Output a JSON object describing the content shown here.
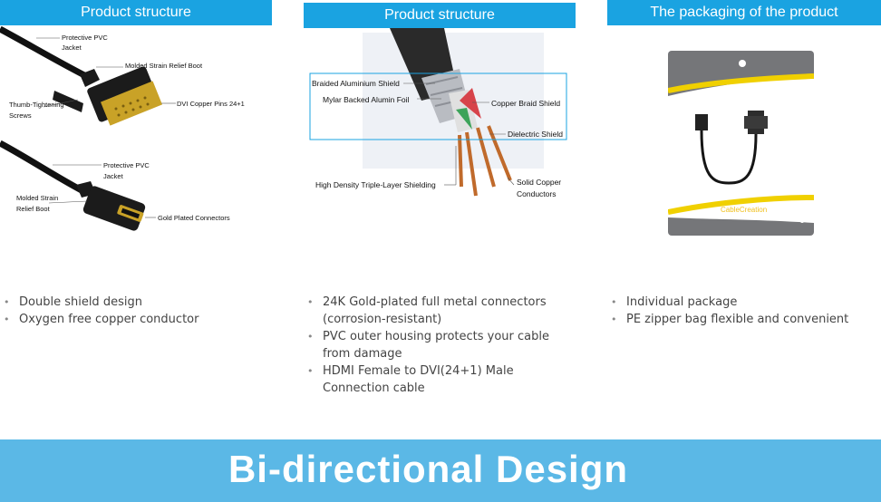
{
  "panels": [
    {
      "header": "Product structure",
      "labels": {
        "pvc_jacket_1": "Protective PVC",
        "pvc_jacket_1b": "Jacket",
        "strain_relief_1": "Molded Strain Relief Boot",
        "thumb_screws": "Thumb-Tightening",
        "thumb_screws_b": "Screws",
        "dvi_pins": "DVI Copper Pins 24+1",
        "pvc_jacket_2": "Protective PVC",
        "pvc_jacket_2b": "Jacket",
        "strain_relief_2": "Molded Strain",
        "strain_relief_2b": "Relief Boot",
        "gold_connectors": "Gold Plated Connectors"
      },
      "bullets": [
        "Double shield design",
        "Oxygen free copper conductor"
      ]
    },
    {
      "header": "Product structure",
      "labels": {
        "braided_al": "Braided Aluminium Shield",
        "mylar": "Mylar Backed Alumin Foil",
        "copper_braid": "Copper Braid Shield",
        "dielectric": "Dielectric Shield",
        "high_density": "High Density Triple-Layer Shielding",
        "solid_copper": "Solid Copper",
        "solid_copper_b": "Conductors"
      },
      "bullets": [
        "24K Gold-plated full metal connectors (corrosion-resistant)",
        "PVC outer housing protects your cable from damage",
        "HDMI Female to DVI(24+1) Male Connection cable"
      ]
    },
    {
      "header": "The packaging of the product",
      "brand": "CableCreation",
      "bullets": [
        "Individual package",
        "PE zipper bag flexible and convenient"
      ]
    }
  ],
  "banner": {
    "title": "Bi-directional Design"
  },
  "colors": {
    "header_bg": "#1aa3e1",
    "banner_bg": "#5bb8e6",
    "bag_gray": "#757679",
    "gold": "#c9a227",
    "yellow_stripe": "#f0d000"
  }
}
